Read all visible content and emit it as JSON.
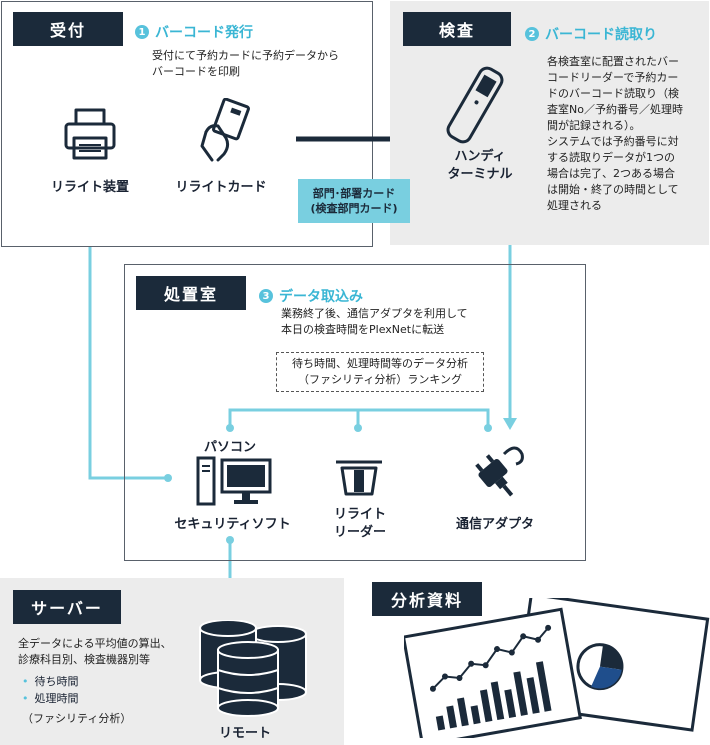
{
  "reception": {
    "title": "受付",
    "step_num": "1",
    "step_label": "バーコード発行",
    "desc_lines": [
      "受付にて予約カードに予約データから",
      "バーコードを印刷"
    ],
    "printer_label": "リライト装置",
    "card_label": "リライトカード"
  },
  "exam": {
    "title": "検査",
    "step_num": "2",
    "step_label": "バーコード読取り",
    "handy_label_lines": [
      "ハンディ",
      "ターミナル"
    ],
    "desc_lines": [
      "各検査室に配置されたバー",
      "コードリーダーで予約カー",
      "ドのバーコード読取り（検",
      "査室No／予約番号／処理時",
      "間が記録される）。",
      "システムでは予約番号に対",
      "する読取りデータが1つの",
      "場合は完了、2つある場合",
      "は開始・終了の時間として",
      "処理される"
    ]
  },
  "dept_card": {
    "lines": [
      "部門･部署カード",
      "(検査部門カード)"
    ]
  },
  "treatment": {
    "title": "処置室",
    "step_num": "3",
    "step_label": "データ取込み",
    "desc_lines": [
      "業務終了後、通信アダプタを利用して",
      "本日の検査時間をPlexNetに転送"
    ],
    "analysis_lines": [
      "待ち時間、処理時間等のデータ分析",
      "（ファシリティ分析）ランキング"
    ],
    "pc_top_label": "パソコン",
    "pc_bottom_label": "セキュリティソフト",
    "reader_label_lines": [
      "リライト",
      "リーダー"
    ],
    "adapter_label": "通信アダプタ"
  },
  "server": {
    "title": "サーバー",
    "desc_lines": [
      "全データによる平均値の算出、",
      "診療科目別、検査機器別等"
    ],
    "bullets": [
      "待ち時間",
      "処理時間"
    ],
    "note": "（ファシリティ分析）",
    "db_label": "リモート"
  },
  "materials": {
    "title": "分析資料"
  },
  "colors": {
    "navy": "#1b2a3a",
    "accent": "#57c2dc",
    "line": "#79cfe0",
    "grey_panel": "#ececec"
  }
}
